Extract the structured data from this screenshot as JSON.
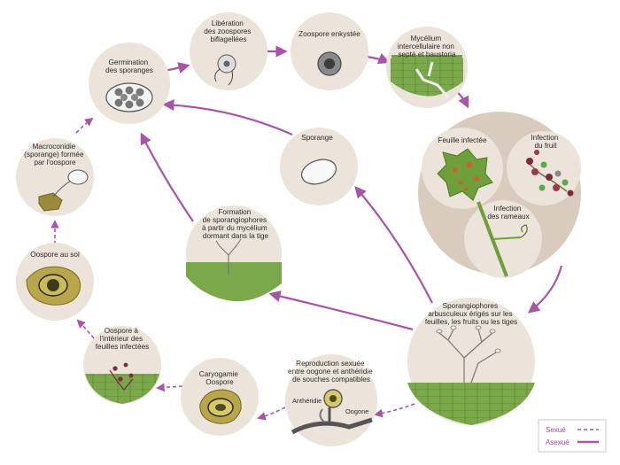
{
  "colors": {
    "asexual_arrow": "#a855a8",
    "sexual_arrow": "#a855a8",
    "circle_fill": "#ece3da",
    "big_circle_fill": "#e6dbd0",
    "leaf_green": "#6f9f3a",
    "tissue_green": "#7aa84a"
  },
  "stages": {
    "liberation": [
      "Libération",
      "des zoospores",
      "biflagellées"
    ],
    "zoospore": [
      "Zoospore enkystée"
    ],
    "mycelium": [
      "Mycélium",
      "intercellulaire non",
      "septé et haustoria"
    ],
    "feuille": [
      "Feuille infectée"
    ],
    "fruit": [
      "Infection",
      "du fruit"
    ],
    "rameaux": [
      "Infection",
      "des rameaux"
    ],
    "sporangiophores": [
      "Sporangiophores",
      "arbusculeux érigés sur les",
      "feuilles, les fruits ou les tiges"
    ],
    "reproduction": [
      "Reproduction sexuée",
      "entre oogone et anthéridie",
      "de souches compatibles"
    ],
    "antheridie": "Anthéridie",
    "oogone": "Oogone",
    "caryogamie": [
      "Caryogamie",
      "Oospore"
    ],
    "oospore_int": [
      "Oospore à",
      "l'intérieur des",
      "feuilles infectées"
    ],
    "oospore_sol": [
      "Oospore au sol"
    ],
    "macroconidie": [
      "Macroconidie",
      "(sporange) formée",
      "par l'oospore"
    ],
    "germination": [
      "Germination",
      "des sporanges"
    ],
    "sporange": [
      "Sporange"
    ],
    "formation": [
      "Formation",
      "de sporangiophores",
      "à partir du mycélium",
      "dormant dans la tige"
    ]
  },
  "legend": {
    "sexual": "Sexué",
    "asexual": "Asexué"
  }
}
